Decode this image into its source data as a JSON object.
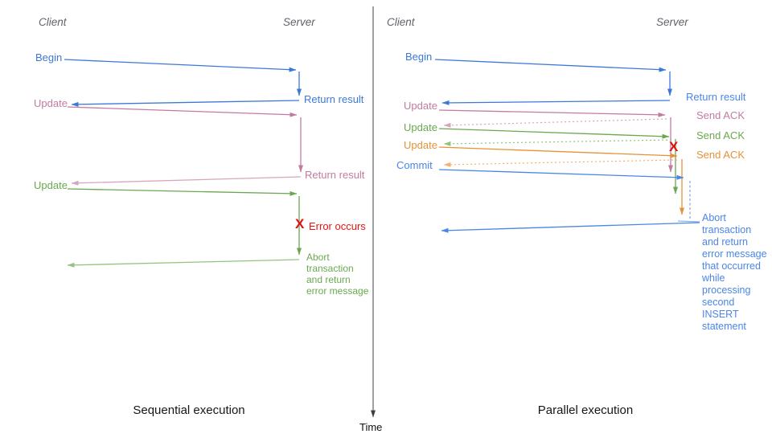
{
  "colors": {
    "blue": "#3c78d8",
    "blue_light": "#4a86e8",
    "pink": "#c27ba0",
    "pink_light": "#d5a6bd",
    "green": "#6aa84f",
    "green_light": "#93c47d",
    "orange": "#e69138",
    "orange_light": "#f6b26b",
    "red": "#ee1111",
    "title_gray": "#5f6368"
  },
  "time_axis": {
    "label": "Time"
  },
  "left": {
    "client_title": "Client",
    "server_title": "Server",
    "begin": "Begin",
    "return_result1": "Return result",
    "update1": "Update",
    "return_result2": "Return result",
    "update2": "Update",
    "error_x": "X",
    "error_label": "Error occurs",
    "abort": "Abort\ntransaction\nand return\nerror message",
    "caption": "Sequential execution"
  },
  "right": {
    "client_title": "Client",
    "server_title": "Server",
    "begin": "Begin",
    "return_result": "Return result",
    "update1": "Update",
    "send_ack1": "Send ACK",
    "update2": "Update",
    "send_ack2": "Send ACK",
    "update3": "Update",
    "send_ack3": "Send ACK",
    "commit": "Commit",
    "error_x": "X",
    "abort": "Abort\ntransaction\nand return\nerror message\nthat occurred\nwhile\nprocessing\nsecond\nINSERT\nstatement",
    "caption": "Parallel execution"
  }
}
